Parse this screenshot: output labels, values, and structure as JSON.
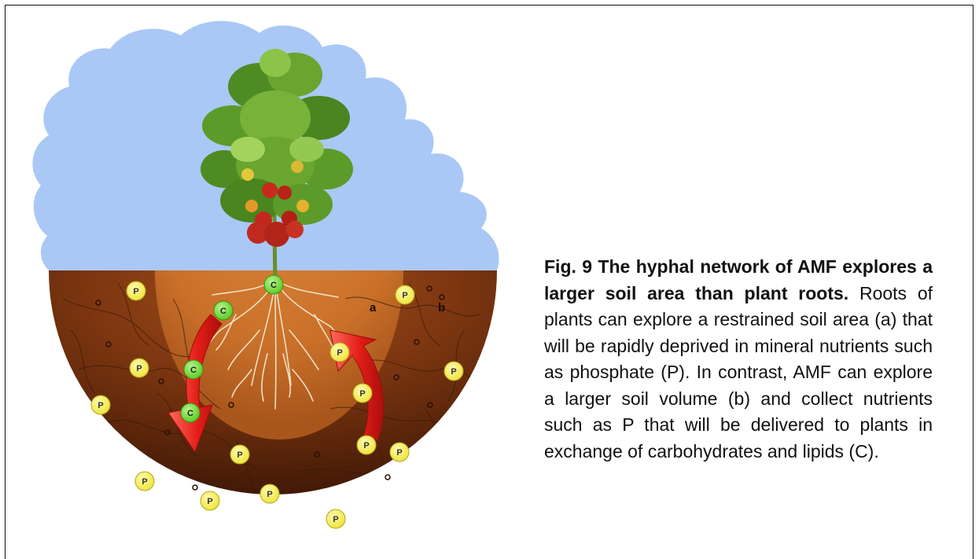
{
  "figure": {
    "nutrient_label": "P",
    "carbon_label": "C",
    "zone_a_label": "a",
    "zone_b_label": "b",
    "colors": {
      "sky": "#a9c8f5",
      "soil_dark": "#4a1d08",
      "soil_mid": "#8b3e12",
      "root_zone": "#d27a2e",
      "phosphate": "#f6f06a",
      "carbon": "#7fde3f",
      "arrow": "#e8211d"
    }
  },
  "caption": {
    "title": "Fig. 9 The hyphal network of AMF explores a larger soil area than plant roots.",
    "body": "Roots of plants can explore a restrained soil area (a) that will be rapidly deprived in mineral nutrients such as phosphate (P). In contrast, AMF can explore a larger soil volume (b) and collect nutrients such as P that will be delivered to plants in exchange of carbohydrates and lipids (C)."
  }
}
